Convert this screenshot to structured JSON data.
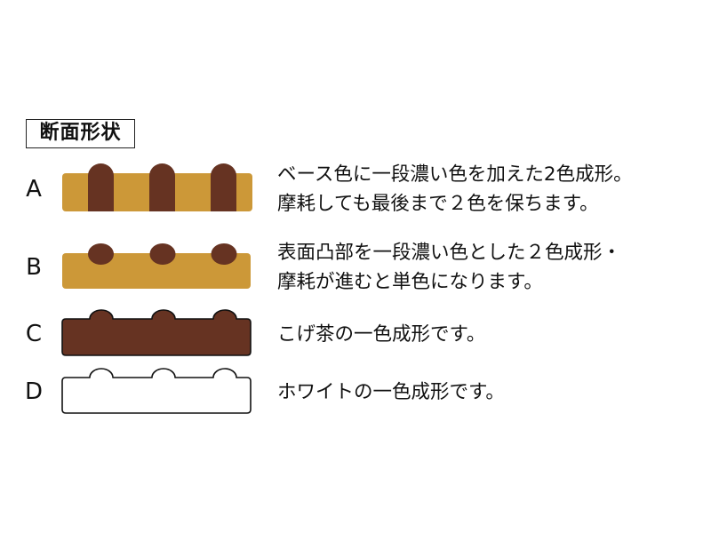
{
  "title": "断面形状",
  "colors": {
    "base_gold": "#CC9838",
    "dark_brown": "#663322",
    "outline": "#111111",
    "white": "#FFFFFF"
  },
  "rows": [
    {
      "label": "A",
      "shape": "two-color base with dark full-height pillars",
      "description_line1": "ベース色に一段濃い色を加えた2色成形。",
      "description_line2": "摩耗しても最後まで２色を保ちます。"
    },
    {
      "label": "B",
      "shape": "two-color base with dark surface bumps",
      "description_line1": "表面凸部を一段濃い色とした２色成形・",
      "description_line2": "摩耗が進むと単色になります。"
    },
    {
      "label": "C",
      "shape": "single color dark brown with bumps",
      "description_line1": "こげ茶の一色成形です。"
    },
    {
      "label": "D",
      "shape": "single color white with bumps",
      "description_line1": "ホワイトの一色成形です。"
    }
  ]
}
